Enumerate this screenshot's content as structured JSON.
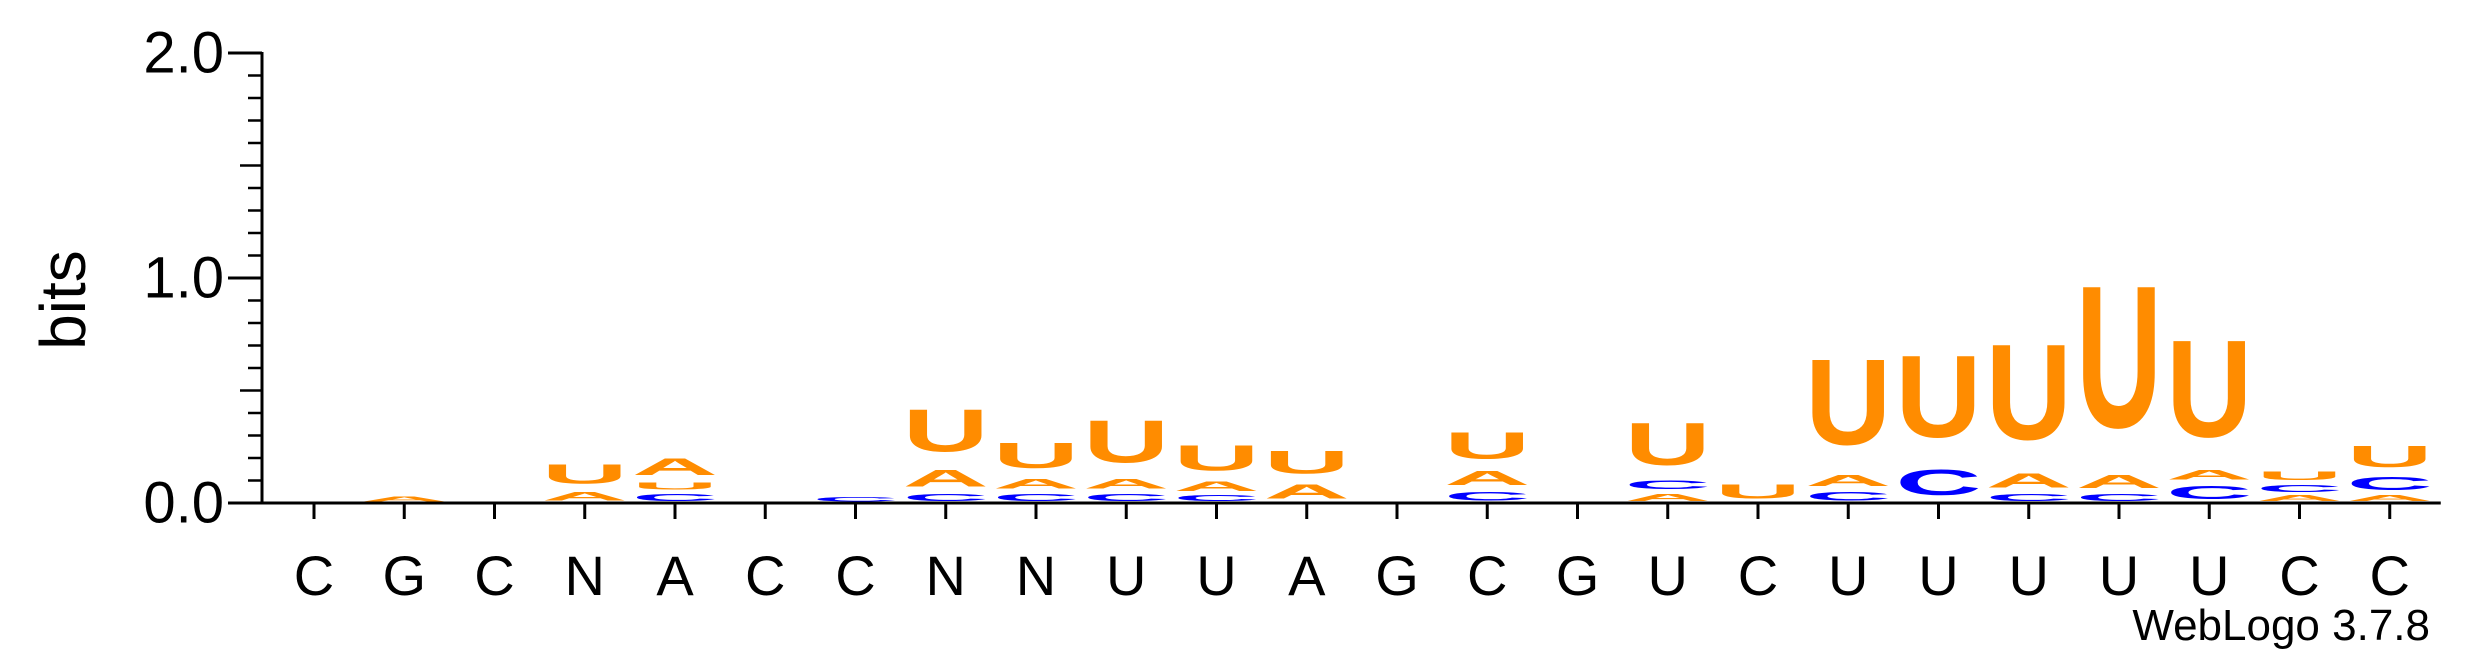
{
  "chart_data": {
    "type": "sequence-logo",
    "ylabel": "bits",
    "ylim": [
      0,
      2.0
    ],
    "yticks": [
      "0.0",
      "1.0",
      "2.0"
    ],
    "colors": {
      "A": "#FF8C00",
      "U": "#FF8C00",
      "C": "#0000FF",
      "G": "#0000FF"
    },
    "positions": [
      {
        "label": "C",
        "stack": []
      },
      {
        "label": "G",
        "stack": [
          [
            "A",
            0.035
          ]
        ]
      },
      {
        "label": "C",
        "stack": []
      },
      {
        "label": "N",
        "stack": [
          [
            "A",
            0.06
          ],
          [
            "U",
            0.14
          ]
        ]
      },
      {
        "label": "A",
        "stack": [
          [
            "C",
            0.05
          ],
          [
            "U",
            0.05
          ],
          [
            "A",
            0.12
          ]
        ]
      },
      {
        "label": "C",
        "stack": []
      },
      {
        "label": "C",
        "stack": [
          [
            "C",
            0.03
          ]
        ]
      },
      {
        "label": "N",
        "stack": [
          [
            "C",
            0.05
          ],
          [
            "A",
            0.12
          ],
          [
            "U",
            0.3
          ]
        ]
      },
      {
        "label": "N",
        "stack": [
          [
            "C",
            0.05
          ],
          [
            "A",
            0.07
          ],
          [
            "U",
            0.18
          ]
        ]
      },
      {
        "label": "U",
        "stack": [
          [
            "C",
            0.05
          ],
          [
            "A",
            0.07
          ],
          [
            "U",
            0.3
          ]
        ]
      },
      {
        "label": "U",
        "stack": [
          [
            "C",
            0.04
          ],
          [
            "A",
            0.07
          ],
          [
            "U",
            0.18
          ]
        ]
      },
      {
        "label": "A",
        "stack": [
          [
            "A",
            0.1
          ],
          [
            "U",
            0.16
          ]
        ]
      },
      {
        "label": "G",
        "stack": []
      },
      {
        "label": "C",
        "stack": [
          [
            "C",
            0.06
          ],
          [
            "A",
            0.1
          ],
          [
            "U",
            0.19
          ]
        ]
      },
      {
        "label": "G",
        "stack": []
      },
      {
        "label": "U",
        "stack": [
          [
            "A",
            0.05
          ],
          [
            "C",
            0.06
          ],
          [
            "U",
            0.3
          ]
        ]
      },
      {
        "label": "C",
        "stack": [
          [
            "U",
            0.1
          ]
        ]
      },
      {
        "label": "U",
        "stack": [
          [
            "C",
            0.06
          ],
          [
            "A",
            0.08
          ],
          [
            "U",
            0.61
          ]
        ]
      },
      {
        "label": "U",
        "stack": [
          [
            "C",
            0.18
          ],
          [
            "U",
            0.58
          ]
        ]
      },
      {
        "label": "U",
        "stack": [
          [
            "C",
            0.05
          ],
          [
            "A",
            0.1
          ],
          [
            "U",
            0.68
          ]
        ]
      },
      {
        "label": "U",
        "stack": [
          [
            "C",
            0.05
          ],
          [
            "A",
            0.09
          ],
          [
            "U",
            1.01
          ]
        ]
      },
      {
        "label": "U",
        "stack": [
          [
            "C",
            0.09
          ],
          [
            "A",
            0.07
          ],
          [
            "U",
            0.69
          ]
        ]
      },
      {
        "label": "C",
        "stack": [
          [
            "A",
            0.04
          ],
          [
            "C",
            0.05
          ],
          [
            "U",
            0.06
          ]
        ]
      },
      {
        "label": "C",
        "stack": [
          [
            "A",
            0.04
          ],
          [
            "C",
            0.09
          ],
          [
            "U",
            0.15
          ]
        ]
      }
    ],
    "footer": "WebLogo 3.7.8"
  }
}
